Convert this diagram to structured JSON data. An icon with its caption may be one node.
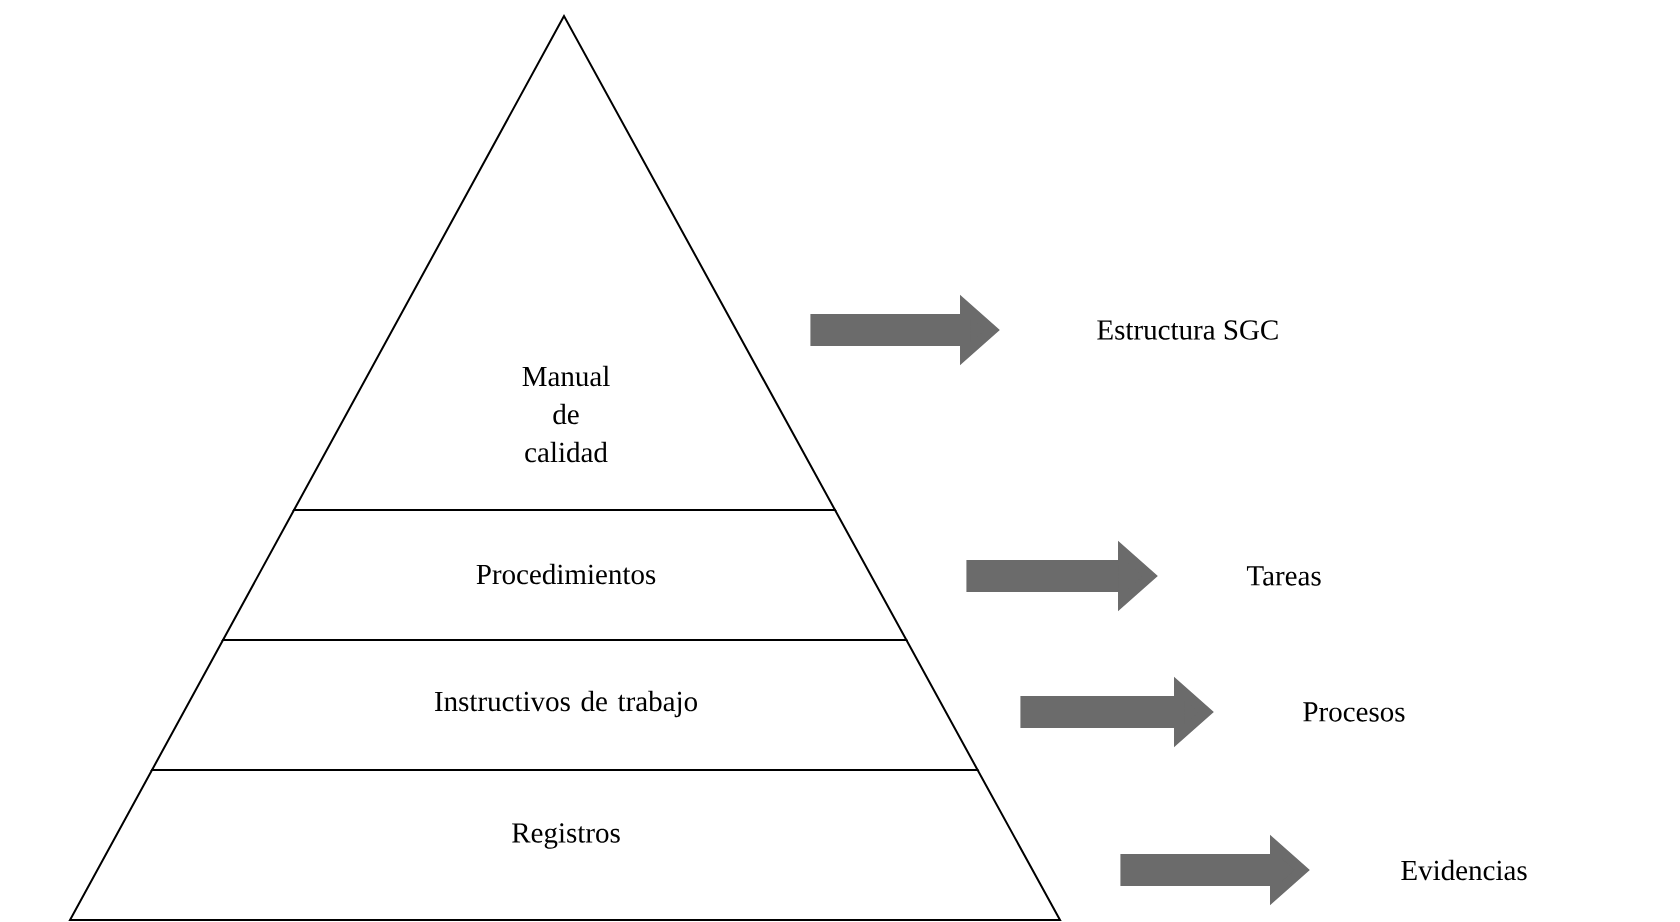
{
  "diagram": {
    "nodes": [
      {
        "text": [
          "Manual de calidad"
        ]
      },
      {
        "text": [
          "Procedimientos"
        ]
      },
      {
        "text": [
          "Instructivos de trabajo"
        ]
      },
      {
        "text": [
          "Registros"
        ]
      },
      {
        "text": [
          "Estructura SGC"
        ]
      },
      {
        "text": [
          "Tareas"
        ]
      },
      {
        "text": [
          "Procesos"
        ]
      },
      {
        "text": [
          "Evidencias"
        ]
      }
    ],
    "edges": [
      {
        "from": 0,
        "to": 4,
        "arrow": "to"
      },
      {
        "from": 1,
        "to": 5,
        "arrow": "to"
      },
      {
        "from": 2,
        "to": 6,
        "arrow": "to"
      },
      {
        "from": 3,
        "to": 7,
        "arrow": "to"
      }
    ]
  }
}
